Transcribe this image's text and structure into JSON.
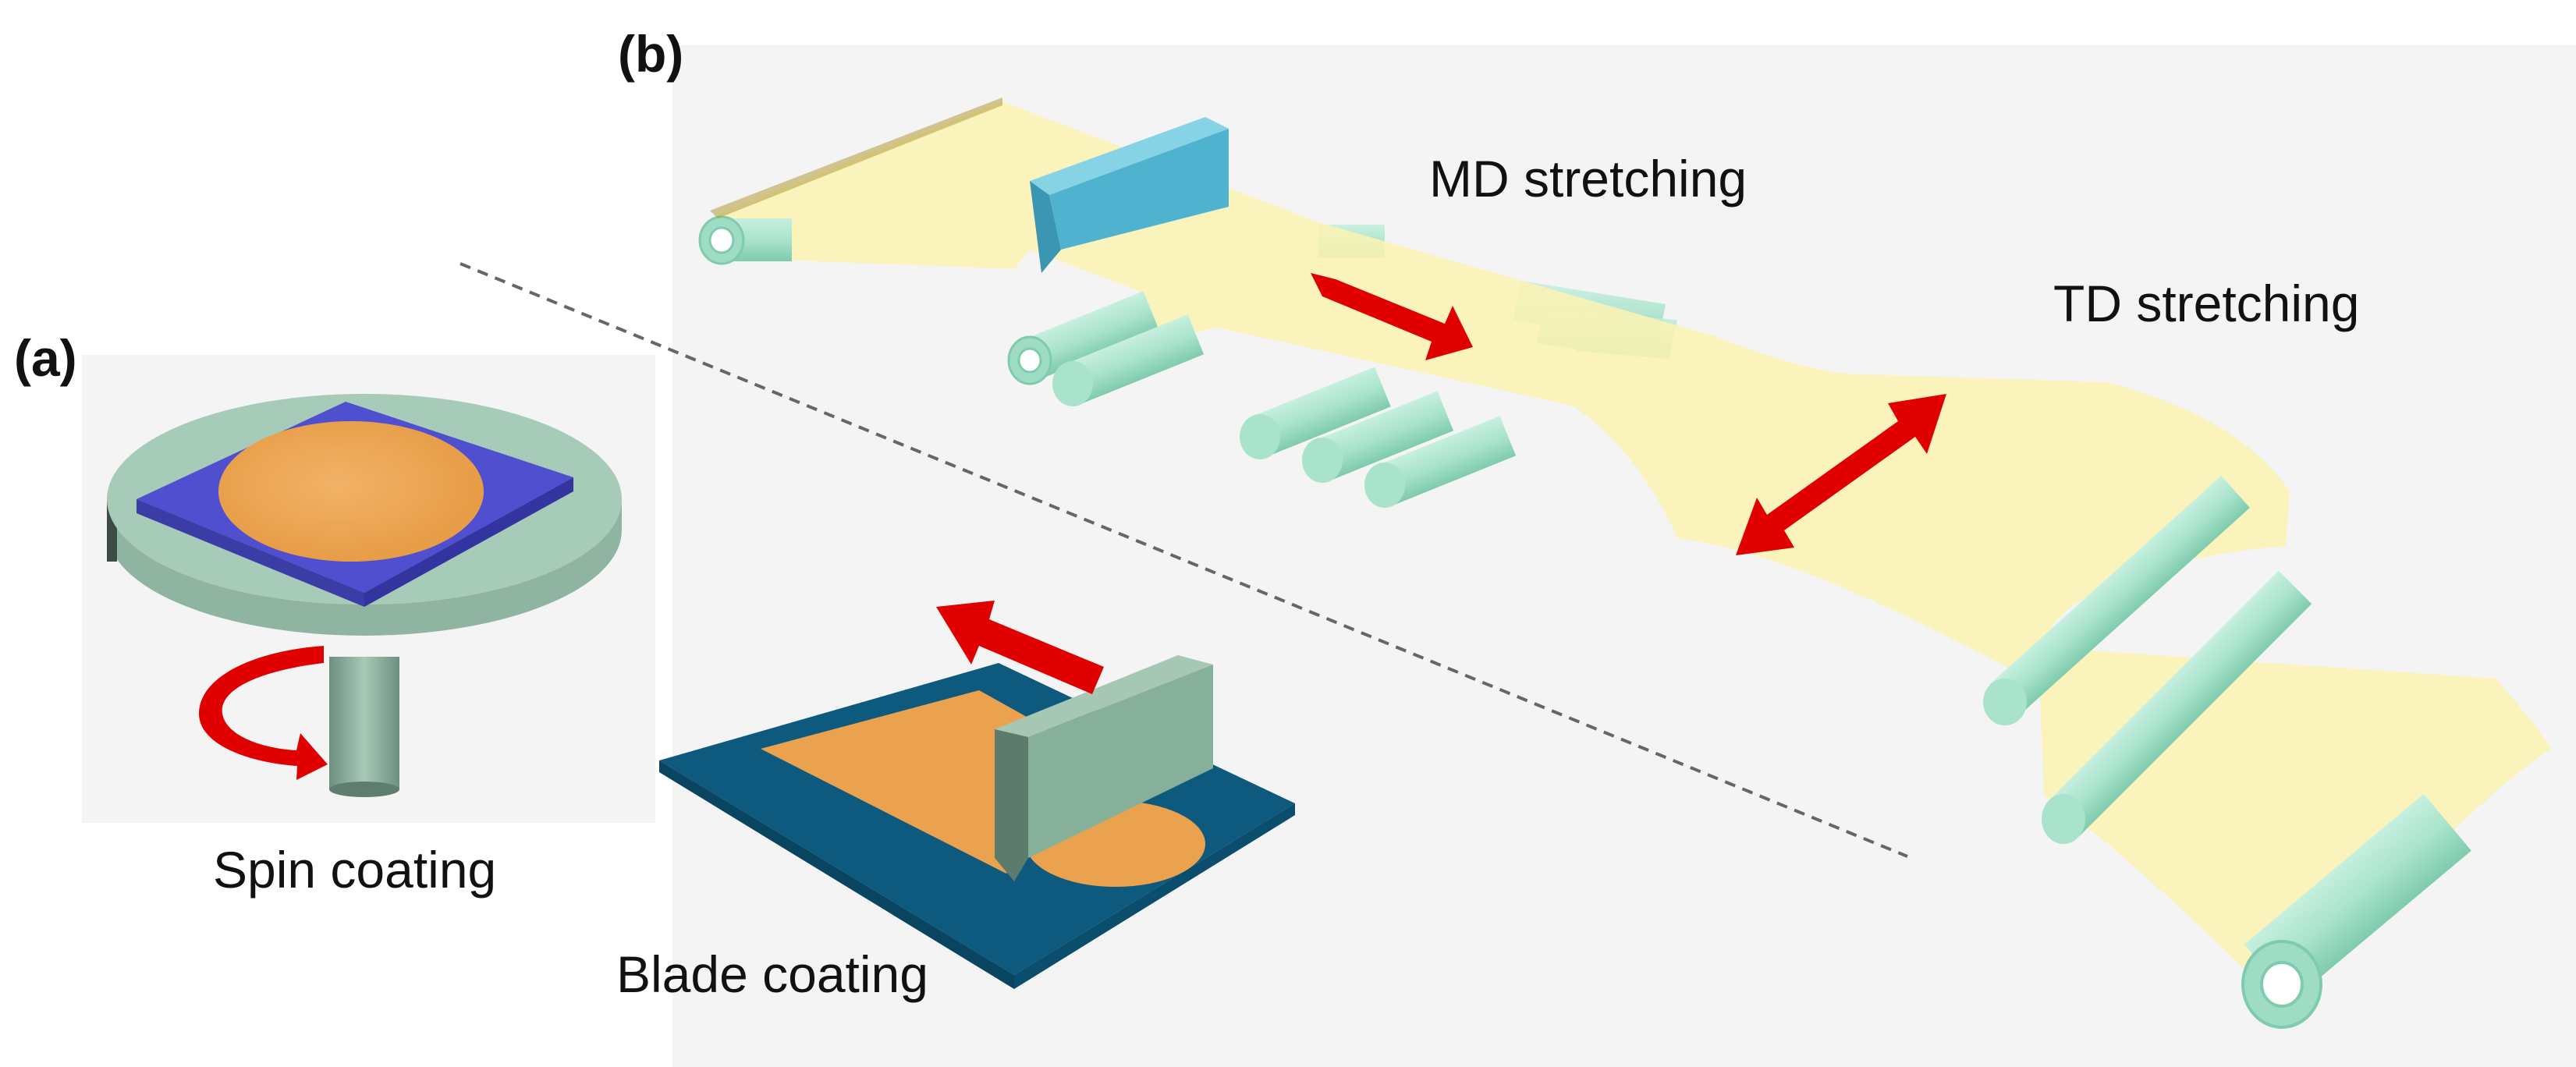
{
  "panels": {
    "a": {
      "label": "(a)",
      "caption_spin": "Spin coating",
      "caption_blade": "Blade coating"
    },
    "b": {
      "label": "(b)",
      "caption_md": "MD stretching",
      "caption_td": "TD stretching"
    }
  },
  "colors": {
    "background_panel": "#f4f4f4",
    "film": "#fbf3b4",
    "roller": "#a9e3cc",
    "roller_dark": "#7fcbad",
    "blade_blue": "#4fb3cf",
    "substrate_purple": "#4f4fcf",
    "coating_orange": "#eaa24f",
    "substrate_navy": "#0e5a7e",
    "blade_green": "#86b09a",
    "arrow_red": "#e00000",
    "divider": "#666666"
  }
}
